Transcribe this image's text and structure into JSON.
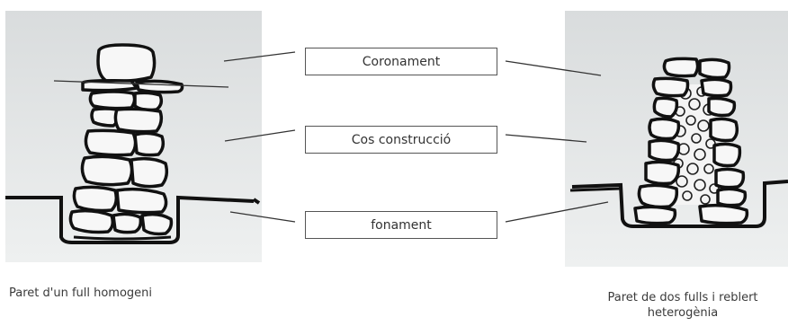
{
  "labels": {
    "crown": "Coronament",
    "body": "Cos construcció",
    "foundation": "fonament"
  },
  "captions": {
    "left": "Paret d'un full homogeni",
    "right": "Paret de dos fulls i reblert heterogènia"
  }
}
